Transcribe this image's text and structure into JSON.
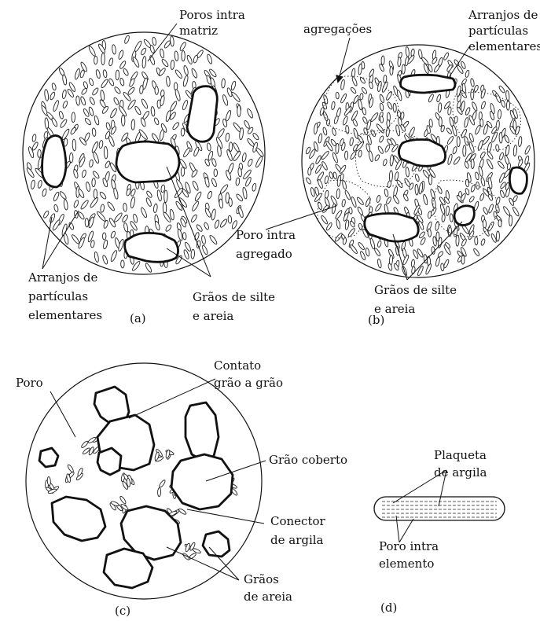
{
  "panels": {
    "a": {
      "caption": "(a)",
      "poros_intra_matriz": [
        "Poros intra",
        "matriz"
      ],
      "arranjos": [
        "Arranjos de",
        "partículas",
        "elementares"
      ],
      "graos": [
        "Grãos de silte",
        "e areia"
      ]
    },
    "b": {
      "caption": "(b)",
      "agregacoes": "agregações",
      "arranjos": [
        "Arranjos de",
        "partículas",
        "elementares"
      ],
      "poro_intra_agregado": [
        "Poro intra",
        "agregado"
      ],
      "graos": [
        "Grãos de silte",
        "e areia"
      ]
    },
    "c": {
      "caption": "(c)",
      "poro": "Poro",
      "contato": [
        "Contato",
        "grão a grão"
      ],
      "grao_coberto": "Grão coberto",
      "conector": [
        "Conector",
        "de argila"
      ],
      "graos_areia": [
        "Grãos",
        "de areia"
      ]
    },
    "d": {
      "caption": "(d)",
      "plaqueta": [
        "Plaqueta",
        "de argila"
      ],
      "poro_intra_elemento": [
        "Poro intra",
        "elemento"
      ]
    }
  }
}
